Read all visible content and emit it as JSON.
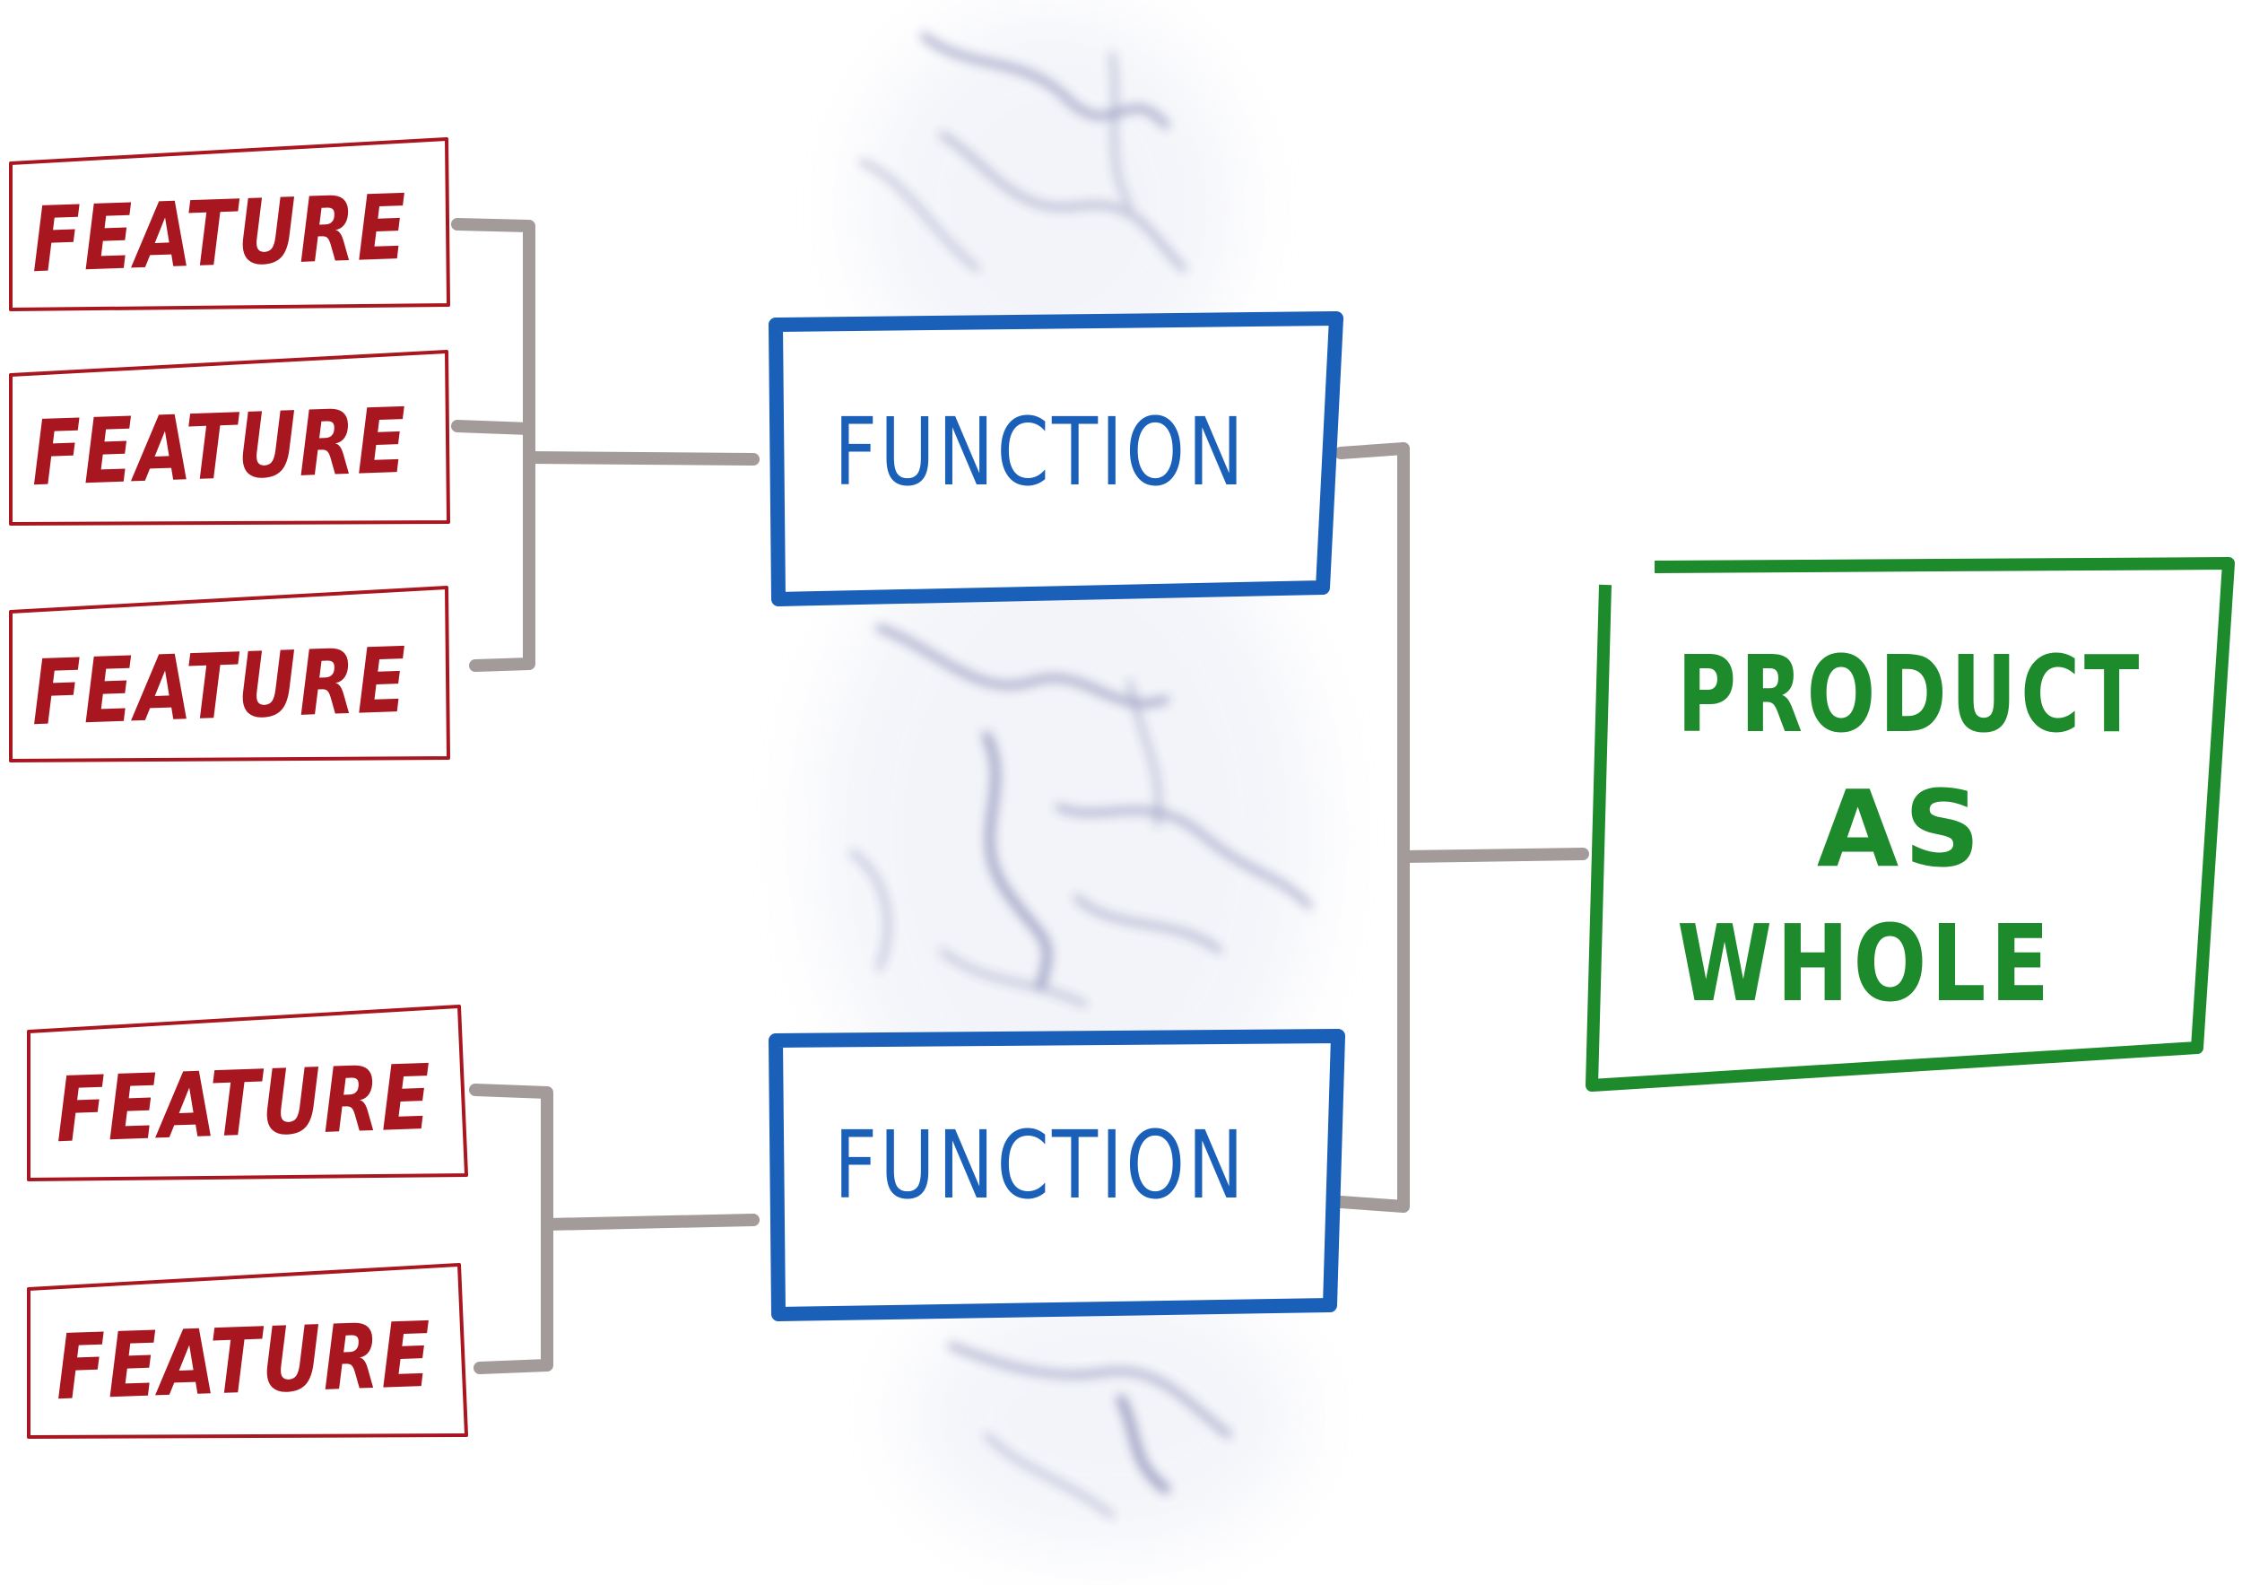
{
  "colors": {
    "feature": "#a8161f",
    "function": "#1a5fb8",
    "product": "#1d8a2c",
    "connector": "#a39a9a",
    "network": "#2b2f7a"
  },
  "features": [
    {
      "label": "FEATURE"
    },
    {
      "label": "FEATURE"
    },
    {
      "label": "FEATURE"
    },
    {
      "label": "FEATURE"
    },
    {
      "label": "FEATURE"
    }
  ],
  "functions": [
    {
      "label": "FUNCTION"
    },
    {
      "label": "FUNCTION"
    }
  ],
  "product": {
    "lines": [
      "PRODUCT",
      "AS",
      "WHOLE"
    ]
  }
}
